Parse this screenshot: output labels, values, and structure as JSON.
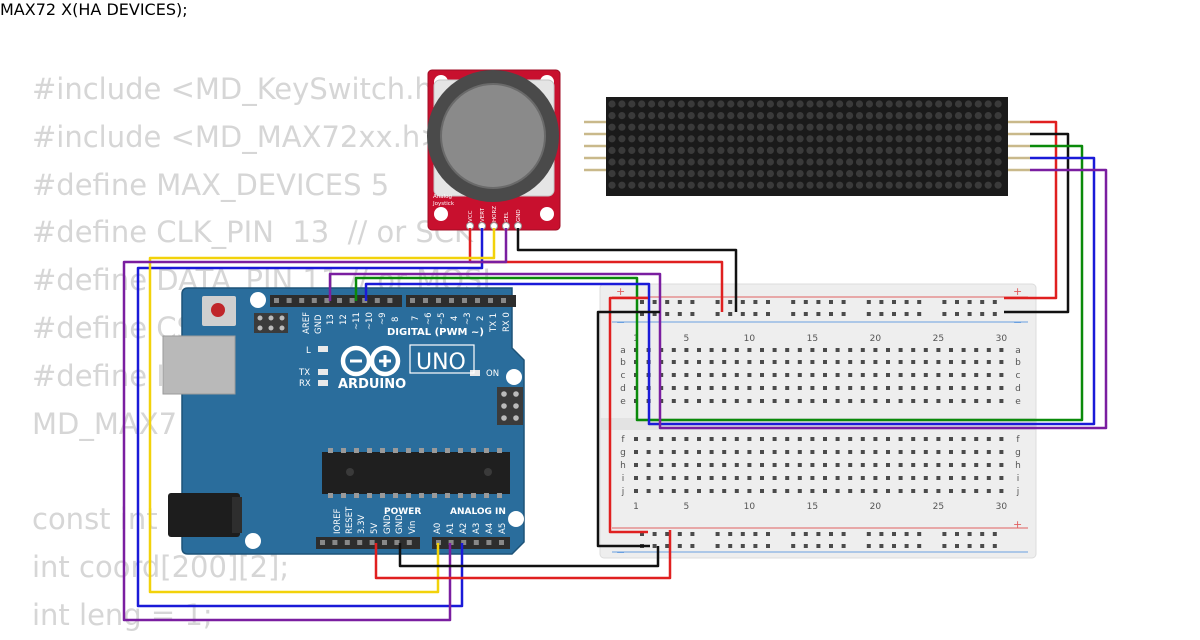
{
  "code_lines": [
    "#include <MD_KeySwitch.h>",
    "#include <MD_MAX72xx.h>",
    "#define MAX_DEVICES 5",
    "#define CLK_PIN  13  // or SCK",
    "#define DATA_PIN 11 // or MOSI",
    "#define CS",
    "#define I",
    "MD_MAX7",
    "",
    "const int",
    "int coord[200][2];",
    "int leng = 1;"
  ],
  "code_fragments": {
    "line7_tail": "MAX72",
    "line8_tail": "X(HA",
    "line8_end": "DEVICES);"
  },
  "arduino": {
    "digital_label": "DIGITAL (PWM ~)",
    "logo_text": "ARDUINO",
    "uno_label": "UNO",
    "on_label": "ON",
    "power_label": "POWER",
    "analog_label": "ANALOG IN",
    "aref": "AREF",
    "gnd": "GND",
    "pin13": "13",
    "pin12": "12",
    "pin11": "~11",
    "pin10": "~10",
    "pin9": "~9",
    "pin8": "8",
    "pin7": "7",
    "pin6": "~6",
    "pin5": "~5",
    "pin4": "4",
    "pin3": "~3",
    "pin2": "2",
    "tx1": "TX 1",
    "rx0": "RX 0",
    "led_l": "L",
    "led_tx": "TX",
    "led_rx": "RX",
    "ioref": "IOREF",
    "reset": "RESET",
    "v33": "3.3V",
    "v5": "5V",
    "gnd_a": "GND",
    "gnd_b": "GND",
    "vin": "Vin",
    "a0": "A0",
    "a1": "A1",
    "a2": "A2",
    "a3": "A3",
    "a4": "A4",
    "a5": "A5"
  },
  "joystick": {
    "label_line1": "Analog",
    "label_line2": "Joystick",
    "pins": [
      "VCC",
      "VERT",
      "HORZ",
      "SEL",
      "GND"
    ]
  },
  "breadboard": {
    "col_numbers": [
      "1",
      "5",
      "10",
      "15",
      "20",
      "25",
      "30"
    ],
    "rows_top": [
      "a",
      "b",
      "c",
      "d",
      "e"
    ],
    "rows_bottom": [
      "f",
      "g",
      "h",
      "i",
      "j"
    ],
    "plus": "+",
    "minus": "−"
  },
  "wire_colors": {
    "red": "#e02020",
    "black": "#111111",
    "green": "#0a8a0a",
    "blue": "#1a1ad8",
    "purple": "#7a1ea0",
    "yellow": "#f2d20a"
  }
}
